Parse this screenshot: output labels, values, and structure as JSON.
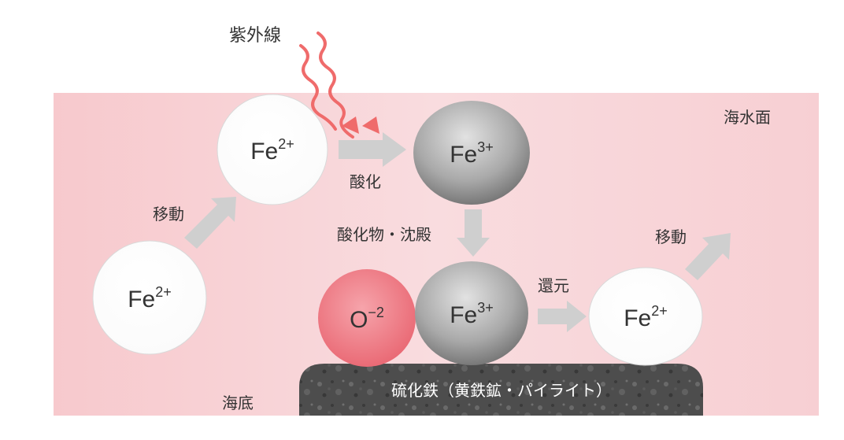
{
  "labels": {
    "uv": "紫外線",
    "sea_surface": "海水面",
    "seabed": "海底",
    "oxidation": "酸化",
    "oxide_precipitation": "酸化物・沈殿",
    "reduction": "還元",
    "move_left": "移動",
    "move_right": "移動",
    "sediment": "硫化鉄（黄鉄鉱・パイライト）"
  },
  "ions": {
    "fe2_top": {
      "base": "Fe",
      "sup": "2+"
    },
    "fe2_left": {
      "base": "Fe",
      "sup": "2+"
    },
    "fe3_top": {
      "base": "Fe",
      "sup": "3+"
    },
    "fe3_bottom": {
      "base": "Fe",
      "sup": "3+"
    },
    "fe2_right": {
      "base": "Fe",
      "sup": "2+"
    },
    "oxygen": {
      "base": "O",
      "sup": "−2"
    }
  },
  "colors": {
    "sea": "#f8d3d6",
    "uv_arrow": "#ef6b6b",
    "flow_arrow": "#cfcfcf",
    "oxygen": "#ef7d86",
    "seabed_rock": "#4c4c4c"
  }
}
